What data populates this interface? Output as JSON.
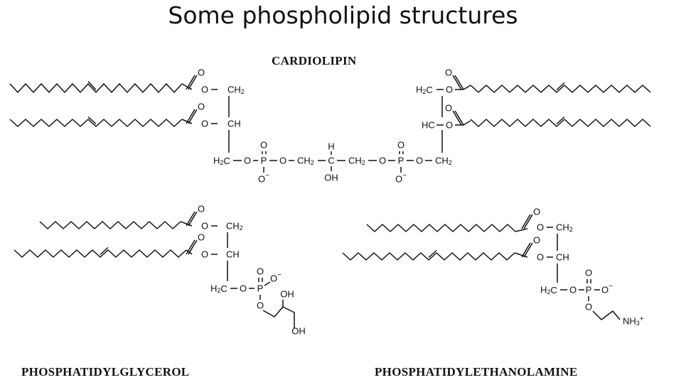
{
  "slide": {
    "title": "Some phospholipid structures"
  },
  "labels": {
    "cardiolipin": "CARDIOLIPIN",
    "pg": "PHOSPHATIDYLGLYCEROL",
    "pe": "PHOSPHATIDYLETHANOLAMINE"
  },
  "atoms": {
    "O": "O",
    "C": "C",
    "P": "P",
    "H": "H",
    "CH2": "CH",
    "CH": "CH",
    "H2C": "H",
    "HC": "HC",
    "Ominus": "O",
    "OH": "OH",
    "NH3": "NH"
  },
  "colors": {
    "ink": "#111111",
    "background": "#ffffff"
  }
}
